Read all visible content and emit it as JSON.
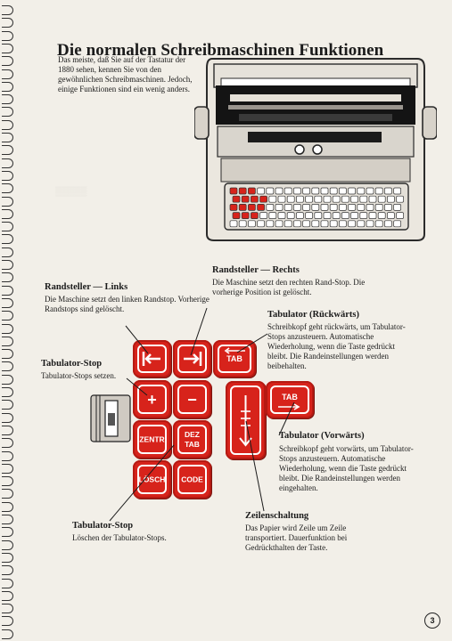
{
  "title": "Die normalen Schreibmaschinen Funktionen",
  "intro": "Das meiste, daß Sie auf der Tastatur der 1880 sehen, kennen Sie von den gewöhnlichen Schreibmaschinen. Jedoch, einige Funktionen sind ein wenig anders.",
  "sections": {
    "randsteller_links": {
      "heading": "Randsteller — Links",
      "text": "Die Maschine setzt den linken Randstop. Vorherige Randstops sind gelöscht."
    },
    "randsteller_rechts": {
      "heading": "Randsteller — Rechts",
      "text": "Die Maschine setzt den rechten Rand-Stop. Die vorherige Position ist gelöscht."
    },
    "tabulator_rueck": {
      "heading": "Tabulator (Rückwärts)",
      "text": "Schreibkopf geht rückwärts, um Tabulator-Stops anzusteuern. Automatische Wiederholung, wenn die Taste gedrückt bleibt. Die Randeinstellungen werden beibehalten."
    },
    "tabulator_stop_set": {
      "heading": "Tabulator-Stop",
      "text": "Tabulator-Stops setzen."
    },
    "tabulator_vor": {
      "heading": "Tabulator (Vorwärts)",
      "text": "Schreibkopf geht vorwärts, um Tabulator-Stops anzusteuern. Automatische Wiederholung, wenn die Taste gedrückt bleibt. Die Randeinstellungen werden eingehalten."
    },
    "tabulator_stop_clear": {
      "heading": "Tabulator-Stop",
      "text": "Löschen der Tabulator-Stops."
    },
    "zeilenschaltung": {
      "heading": "Zeilenschaltung",
      "text": "Das Papier wird Zeile um Zeile transportiert. Dauerfunktion bei Gedrückthalten der Taste."
    }
  },
  "keys": {
    "tab_back": "TAB",
    "tab_forward": "TAB",
    "zentr": "ZENTR",
    "dez_tab": "DEZ TAB",
    "losch": "LÖSCH",
    "code": "CODE"
  },
  "page_number": "3",
  "colors": {
    "key_red": "#d7231b",
    "paper": "#f2efe8",
    "ink": "#1b1b1b"
  }
}
